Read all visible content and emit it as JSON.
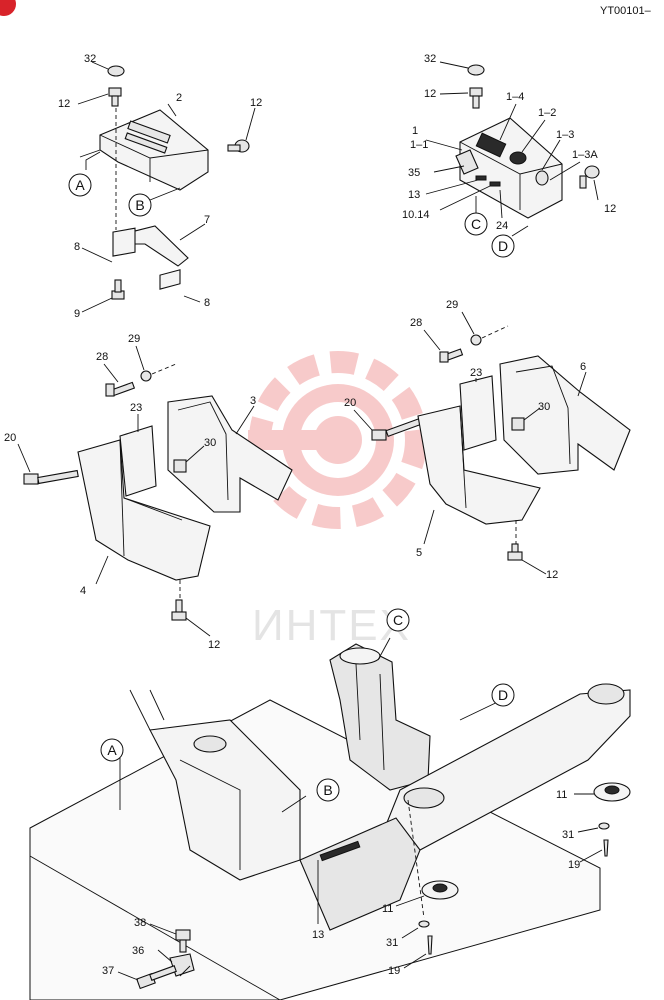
{
  "page": {
    "code": "YT00101–",
    "watermark": "ИНТЕХ"
  },
  "callouts": {
    "top_left": {
      "n32": "32",
      "n12a": "12",
      "n2": "2",
      "n12b": "12",
      "A": "A",
      "B": "B",
      "n7": "7",
      "n8a": "8",
      "n9": "9",
      "n8b": "8"
    },
    "top_right": {
      "n32": "32",
      "n12a": "12",
      "n1_4": "1–4",
      "n1_2": "1–2",
      "n1": "1",
      "n1_1": "1–1",
      "n1_3": "1–3",
      "n1_3A": "1–3A",
      "n35": "35",
      "n13": "13",
      "n10_14": "10.14",
      "n24": "24",
      "n12b": "12",
      "C": "C",
      "D": "D"
    },
    "mid_left": {
      "n28": "28",
      "n29": "29",
      "n23": "23",
      "n3": "3",
      "n20": "20",
      "n30": "30",
      "n4": "4",
      "n12": "12"
    },
    "mid_right": {
      "n28": "28",
      "n29": "29",
      "n23": "23",
      "n6": "6",
      "n20": "20",
      "n30": "30",
      "n5": "5",
      "n12": "12"
    },
    "bottom": {
      "C": "C",
      "D": "D",
      "A": "A",
      "B": "B",
      "n11a": "11",
      "n31a": "31",
      "n19a": "19",
      "n11b": "11",
      "n31b": "31",
      "n19b": "19",
      "n13": "13",
      "n38": "38",
      "n36": "36",
      "n37": "37"
    }
  },
  "colors": {
    "watermark": "#f2a0a0",
    "badge": "#d8232a"
  }
}
